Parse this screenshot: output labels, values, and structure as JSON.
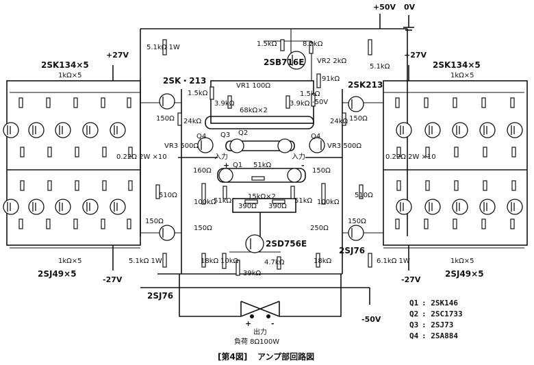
{
  "caption": {
    "number": "[第4図]",
    "title": "アンプ部回路図"
  },
  "rails": {
    "plus50": "+50V",
    "zero": "0V",
    "minus50": "-50V",
    "minus50_inner": "-50V",
    "plus27_left": "+27V",
    "plus27_right": "+27V",
    "minus27_left": "-27V",
    "minus27_right": "-27V"
  },
  "devices": {
    "sk134_left": "2SK134×5",
    "sk134_right": "2SK134×5",
    "sj49_left": "2SJ49×5",
    "sj49_right": "2SJ49×5",
    "sk213_left": "2SK・213",
    "sk213_right": "2SK213",
    "sj76_bottom_left": "2SJ76",
    "sj76_right": "2SJ76",
    "sb716": "2SB716E",
    "sd756": "2SD756E",
    "q1": "Q1",
    "q2": "Q2",
    "q3": "Q3",
    "q4_left": "Q4",
    "q4_right": "Q4"
  },
  "components": {
    "r_1k_x5_top_left": "1kΩ×5",
    "r_1k_x5_top_right": "1kΩ×5",
    "r_1k_x5_bot_left": "1kΩ×5",
    "r_1k_x5_bot_right": "1kΩ×5",
    "r_022_left": "0.22Ω 2W ×10",
    "r_022_right": "0.22Ω 2W ×10",
    "r_5k1_1w_top": "5.1kΩ 1W",
    "r_5k1_top_right": "5.1kΩ",
    "r_5k1_1w_bot_left": "5.1kΩ 1W",
    "r_6k1_1w_bot_right": "6.1kΩ 1W",
    "r_1k5_topleft": "1.5kΩ",
    "r_1k5_sb": "1.5kΩ",
    "r_8k2": "8.2kΩ",
    "vr2": "VR2 2kΩ",
    "r_91k": "91kΩ",
    "r_1k5_right": "1.5kΩ",
    "vr1": "VR1 100Ω",
    "r_3k9_left": "3.9kΩ",
    "r_3k9_right": "3.9kΩ",
    "r_68k_x2": "68kΩ×2",
    "r_150_left_top": "150Ω",
    "r_150_right_top": "150Ω",
    "r_24k_left": "24kΩ",
    "r_24k_right": "24kΩ",
    "vr3_left": "VR3 500Ω",
    "vr3_right": "VR3 500Ω",
    "r_160_left": "160Ω",
    "r_150_right_mid": "150Ω",
    "r_51k_center": "51kΩ",
    "r_100k_left": "100kΩ",
    "r_100k_right": "100kΩ",
    "r_51k_left": "51kΩ",
    "r_51k_right": "51kΩ",
    "r_15k_x2": "15kΩ×2",
    "r_390_left": "390Ω",
    "r_390_right": "390Ω",
    "r_510_left": "510Ω",
    "r_510_right": "510Ω",
    "r_150_left_low": "150Ω",
    "r_150_right_low": "150Ω",
    "r_150_mid_left": "150Ω",
    "r_250_right": "250Ω",
    "r_18k_left": "18kΩ",
    "r_18k_right": "18kΩ",
    "r_10k": "10kΩ",
    "r_39k": "39kΩ",
    "r_4k7": "4.7kΩ",
    "input_left": "入力",
    "input_right": "入力",
    "plus": "+",
    "minus": "-"
  },
  "output": {
    "plus": "+",
    "minus": "-",
    "label": "出力",
    "load": "負荷 8Ω100W"
  },
  "legend": {
    "items": [
      {
        "q": "Q1",
        "part": ": 2SK146"
      },
      {
        "q": "Q2",
        "part": ": 2SC1733"
      },
      {
        "q": "Q3",
        "part": ": 2SJ73"
      },
      {
        "q": "Q4",
        "part": ": 2SA884"
      }
    ]
  }
}
